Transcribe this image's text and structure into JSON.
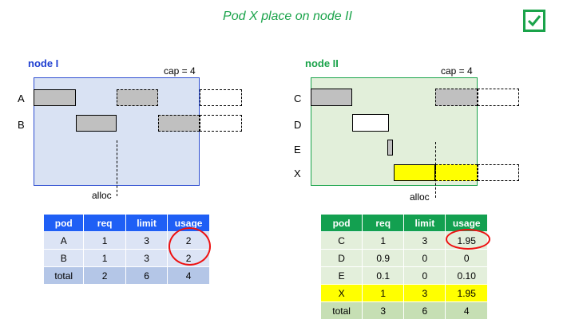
{
  "title": "Pod X place on node II",
  "icons": {
    "status": "checkmark-box-icon"
  },
  "colors": {
    "title": "#1aa34a",
    "node1_label": "#1f3fd1",
    "node2_label": "#1aa34a",
    "node1_fill": "#d9e2f3",
    "node2_fill": "#e2efda",
    "highlight": "#ffff00",
    "circle": "#e11111"
  },
  "node1": {
    "label": "node I",
    "cap": "cap = 4",
    "rows": [
      "A",
      "B"
    ],
    "alloc": "alloc",
    "table": {
      "headers": [
        "pod",
        "req",
        "limit",
        "usage"
      ],
      "rows": [
        [
          "A",
          "1",
          "3",
          "2"
        ],
        [
          "B",
          "1",
          "3",
          "2"
        ],
        [
          "total",
          "2",
          "6",
          "4"
        ]
      ]
    }
  },
  "node2": {
    "label": "node II",
    "cap": "cap = 4",
    "rows": [
      "C",
      "D",
      "E",
      "X"
    ],
    "alloc": "alloc",
    "table": {
      "headers": [
        "pod",
        "req",
        "limit",
        "usage"
      ],
      "rows": [
        [
          "C",
          "1",
          "3",
          "1.95"
        ],
        [
          "D",
          "0.9",
          "0",
          "0"
        ],
        [
          "E",
          "0.1",
          "0",
          "0.10"
        ],
        [
          "X",
          "1",
          "3",
          "1.95"
        ],
        [
          "total",
          "3",
          "6",
          "4"
        ]
      ]
    }
  }
}
